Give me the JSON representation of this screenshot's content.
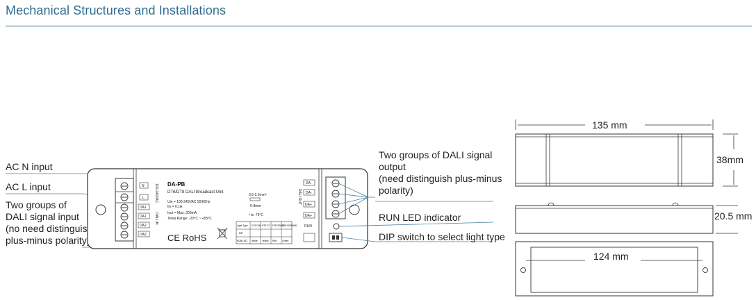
{
  "header": {
    "title": "Mechanical Structures and Installations"
  },
  "left_labels": {
    "ac_n": "AC N input",
    "ac_l": "AC L input",
    "dali_in": [
      "Two groups of",
      "DALI signal input",
      "(no need distinguish",
      "plus-minus polarity)"
    ]
  },
  "right_labels": {
    "dali_out": [
      "Two groups of DALI signal",
      "output",
      "(need distinguish plus-minus",
      "polarity)"
    ],
    "run_led": "RUN LED indicator",
    "dip": "DIP switch to select light type"
  },
  "device": {
    "model": "DA-PB",
    "subtitle": "DT6/DT8 DALI Broadcast Unit",
    "specs": [
      "Uin = 100-240VAC 50/60Hz",
      "Iin = 0.1A",
      "Iout = Max. 200mA",
      "Temp Range: -20°C ~ +55°C"
    ],
    "terminal_left": [
      "N",
      "L",
      "DA1",
      "DA1",
      "DA2",
      "DA2"
    ],
    "terminal_right": [
      "DA-",
      "DA-",
      "DA+",
      "DA+"
    ],
    "side_text_ac": "100-240VAC",
    "side_text_dali_in": "DALI IN",
    "side_text_dali_out": "DALI OUT",
    "run": "RUN",
    "wire_size": "0.5-2.0mm²",
    "strip_len": "6-8mm",
    "tc": "• tc: 75°C",
    "marks": "CE RoHS",
    "table": {
      "header": [
        "Light Type",
        "DT6 DIM",
        "DT8 TC",
        "DT8 RGBW",
        "DT8 RGBWW"
      ],
      "row1": [
        "DIP"
      ],
      "row2": [
        "RUN LED",
        "White",
        "Yellow",
        "Red",
        "Green"
      ]
    }
  },
  "dimensions": {
    "length": "135 mm",
    "width": "38mm",
    "height": "20.5 mm",
    "mount": "124 mm"
  },
  "colors": {
    "accent": "#2f6d8f",
    "line": "#333333",
    "leader": "#4a7fa0"
  }
}
